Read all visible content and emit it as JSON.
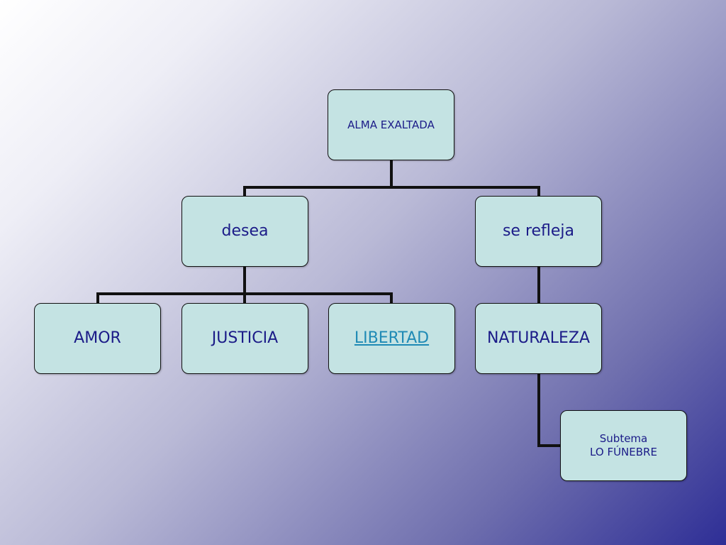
{
  "diagram": {
    "root": {
      "label": "ALMA EXALTADA"
    },
    "branch_left": {
      "label": "desea"
    },
    "branch_right": {
      "label": "se refleja"
    },
    "leaf_amor": {
      "label": "AMOR"
    },
    "leaf_justicia": {
      "label": "JUSTICIA"
    },
    "leaf_libertad": {
      "label": "LIBERTAD",
      "is_link": true
    },
    "leaf_naturaleza": {
      "label": "NATURALEZA"
    },
    "subtema": {
      "line1": "Subtema",
      "line2": "LO FÚNEBRE"
    }
  },
  "colors": {
    "node_fill": "#c4e3e3",
    "node_text": "#1b1b88",
    "link_text": "#1f8ab5",
    "connector": "#111111"
  }
}
